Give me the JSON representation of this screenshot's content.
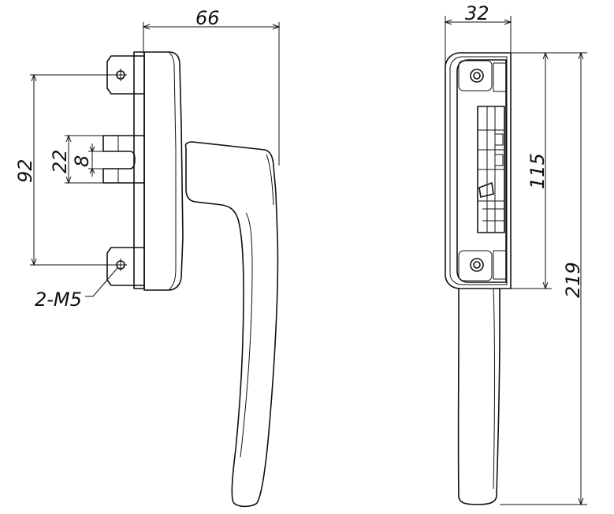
{
  "front_view": {
    "width_dim": "66",
    "hole_spacing_dim": "92",
    "slot_height_dim": "22",
    "slot_width_dim": "8",
    "screw_note": "2-M5"
  },
  "side_view": {
    "depth_dim": "32",
    "base_height_dim": "115",
    "total_height_dim": "219"
  }
}
